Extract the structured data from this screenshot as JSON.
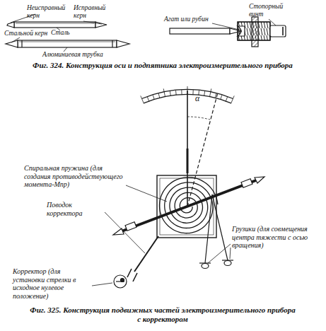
{
  "diagram": {
    "labels": [
      "Неисправный керн",
      "Исправный керн",
      "Сталь",
      "Стальной керн",
      "Алюминиевая трубка",
      "Агат или рубин",
      "Стопорный винт",
      "Фиг. 324. Конструкция оси и подпятника электроизмерительного прибора",
      "α",
      "Спиральная пружина (для создания противодействующего момента-Мпр)",
      "Поводок корректора",
      "Грузики (для совмещения центра тяжести с осью вращения)",
      "Корректор (для установки стрелки в исходное нулевое положение)",
      "Фиг. 325. Конструкция подвижных частей электроизмерительного прибора с корректором"
    ]
  }
}
